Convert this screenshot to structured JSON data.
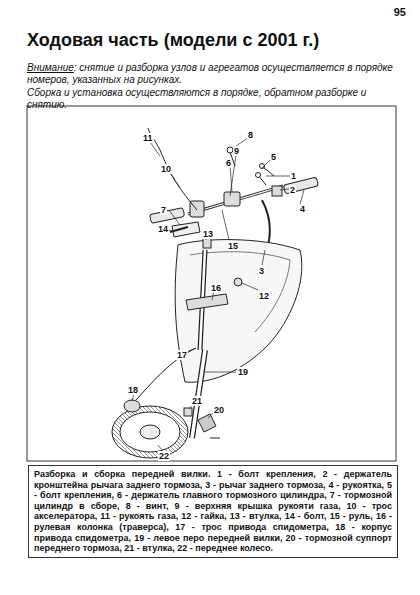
{
  "diagram": {
    "title": "Ходовая часть (модели с 2001 г.)",
    "caption": "Разборка и сборка передней вилки. 1 - болт крепления, 2 - держатель кронштейна рычага заднего тормоза, 3 - рычаг заднего тормоза, 4 - рукоятка, 5 - болт крепления, 6 - держатель главного тормозного цилиндра, 7 - тормозной цилиндр в сборе, 8 - винт, 9 - верхняя крышка рукояти газа, 10 - трос акселератора, 11 - рукоять газа, 12 - гайка, 13 - втулка, 14 - болт, 15 - руль, 16 - рулевая колонка (траверса), 17 - трос привода спидометра, 18 - корпус привода спидометра, 19 - левое перо передней вилки, 20 - тормозной суппорт переднего тормоза, 21 - втулка, 22 - переднее колесо.",
    "labels": [
      "95",
      "Внимание",
      ": снятие и разборка узлов и агрегатов осуществляется в порядке номеров, указанных на рисунках.",
      "Сборка и установка осуществляются в порядке, обратном разборке и снятию.",
      "1",
      "2",
      "3",
      "4",
      "5",
      "6",
      "7",
      "8",
      "9",
      "10",
      "11",
      "12",
      "13",
      "14",
      "15",
      "16",
      "17",
      "18",
      "19",
      "20",
      "21",
      "22"
    ]
  }
}
